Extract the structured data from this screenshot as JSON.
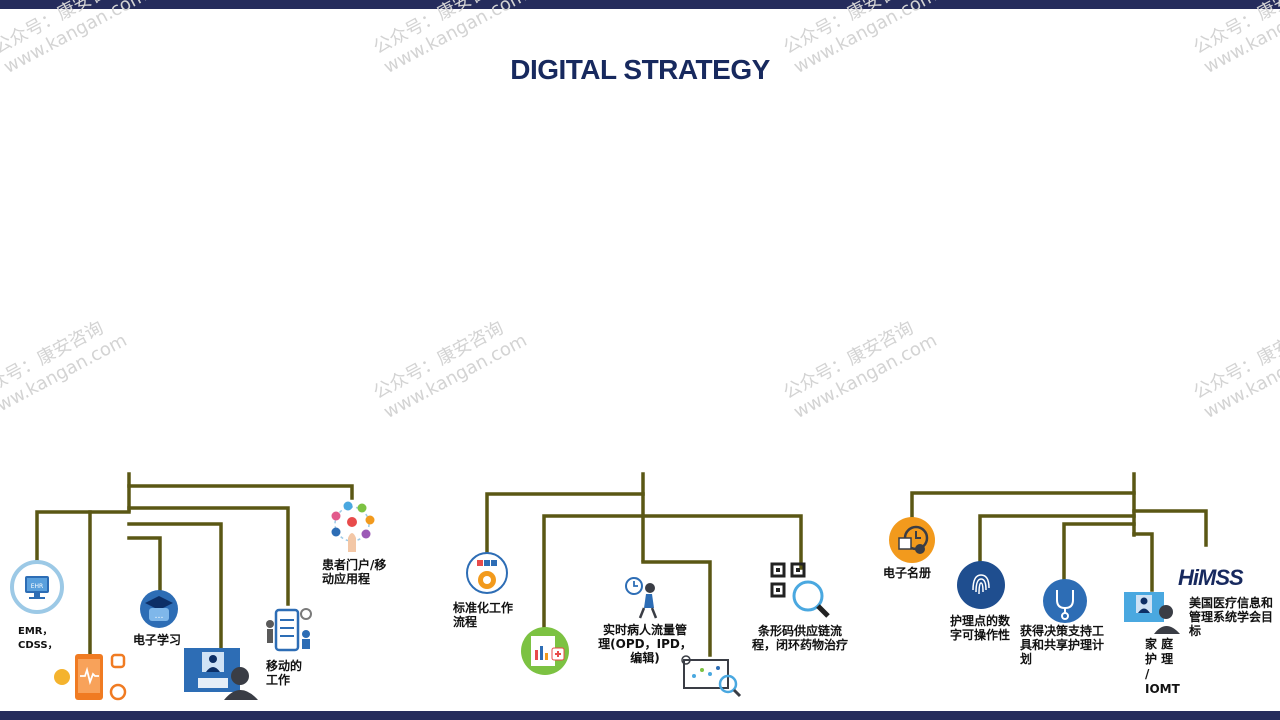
{
  "title": "DIGITAL STRATEGY",
  "watermark": {
    "line1": "公众号：康安咨询",
    "line2": "www.kangan.com"
  },
  "colors": {
    "line": "#5a5714",
    "navy": "#252c5c",
    "title": "#17295e",
    "blue": "#2d6db5",
    "orange": "#f29a1d",
    "green": "#7cc242"
  },
  "groups": [
    {
      "items": [
        {
          "label": "EMR，CDSS，",
          "icon": "emr-monitor-icon"
        },
        {
          "label": "",
          "icon": "mobile-health-icon"
        },
        {
          "label": "电子学习",
          "icon": "e-learning-icon"
        },
        {
          "label": "",
          "icon": "telemedicine-icon"
        },
        {
          "label": "移动的工作",
          "icon": "mobile-work-icon"
        },
        {
          "label": "患者门户/移动应用程",
          "icon": "patient-portal-icon"
        }
      ]
    },
    {
      "items": [
        {
          "label": "标准化工作流程",
          "icon": "standard-workflow-icon"
        },
        {
          "label": "",
          "icon": "report-icon"
        },
        {
          "label": "实时病人流量管理(OPD，IPD，编辑)",
          "icon": "patient-flow-icon"
        },
        {
          "label": "",
          "icon": "data-analysis-icon"
        },
        {
          "label": "条形码供应链流程，闭环药物治疗",
          "icon": "barcode-icon"
        }
      ]
    },
    {
      "items": [
        {
          "label": "电子名册",
          "icon": "e-roster-icon"
        },
        {
          "label": "护理点的数字可操作性",
          "icon": "fingerprint-icon"
        },
        {
          "label": "获得决策支持工具和共享护理计划",
          "icon": "stethoscope-icon"
        },
        {
          "label": "家 庭 护 理 / IOMT",
          "icon": "home-care-icon"
        },
        {
          "label": "HiMSS",
          "icon": "himss-logo"
        },
        {
          "label": "美国医疗信息和管理系统学会目标",
          "icon": ""
        }
      ]
    }
  ]
}
